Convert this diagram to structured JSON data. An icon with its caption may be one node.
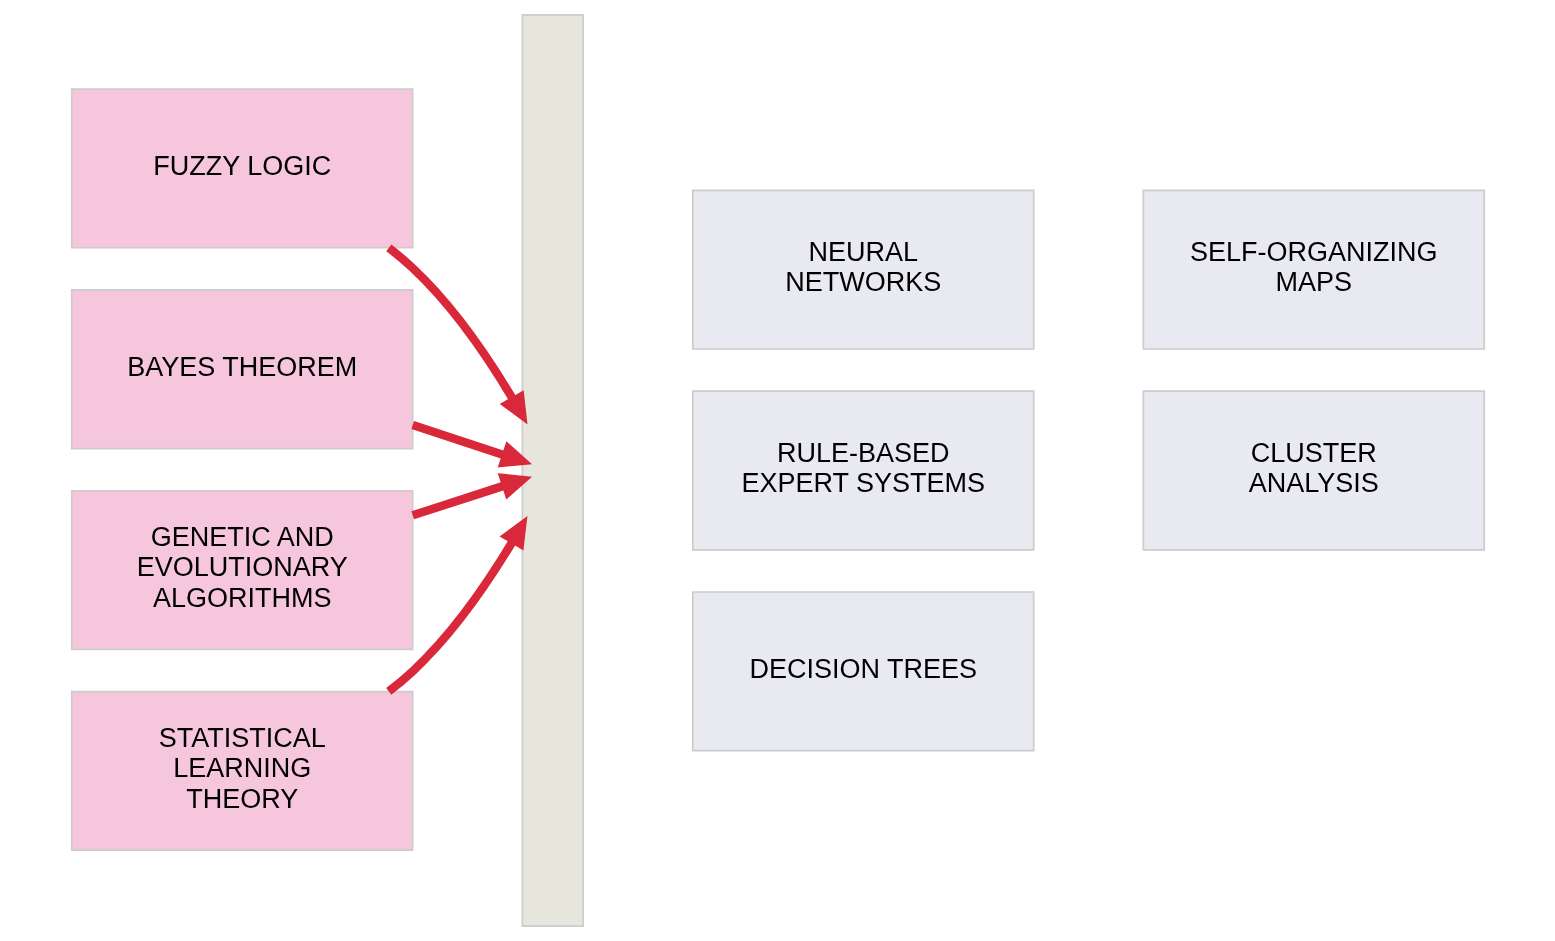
{
  "diagram": {
    "nodes": [
      {
        "text": [
          "FUZZY LOGIC"
        ]
      },
      {
        "text": [
          "BAYES THEOREM"
        ]
      },
      {
        "text": [
          "GENETIC AND EVOLUTIONARY ALGORITHMS"
        ]
      },
      {
        "text": [
          "STATISTICAL LEARNING THEORY"
        ]
      },
      {
        "text": [],
        "shape": "bar"
      },
      {
        "text": [
          "NEURAL NETWORKS"
        ]
      },
      {
        "text": [
          "SELF-ORGANIZING MAPS"
        ]
      },
      {
        "text": [
          "RULE-BASED EXPERT SYSTEMS"
        ]
      },
      {
        "text": [
          "CLUSTER ANALYSIS"
        ]
      },
      {
        "text": [
          "DECISION TREES"
        ]
      }
    ],
    "edges": [
      {
        "from": 0,
        "to": 4,
        "arrow": "to"
      },
      {
        "from": 1,
        "to": 4,
        "arrow": "to"
      },
      {
        "from": 2,
        "to": 4,
        "arrow": "to"
      },
      {
        "from": 3,
        "to": 4,
        "arrow": "to"
      }
    ]
  }
}
